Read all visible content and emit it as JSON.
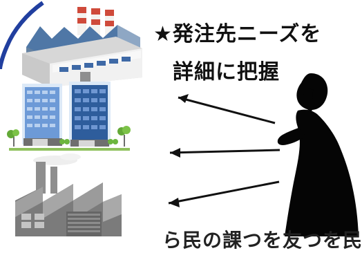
{
  "notes": {
    "line1": "★発注先ニーズを",
    "line2": "詳細に把握",
    "bottom_partial": "ら民の課つを友つを民"
  },
  "colors": {
    "arc_blue": "#213f9f",
    "arrow_black": "#111111",
    "roof_blue": "#4f77a6",
    "building_blue": "#2a5a9c",
    "tree_green": "#67a936"
  }
}
